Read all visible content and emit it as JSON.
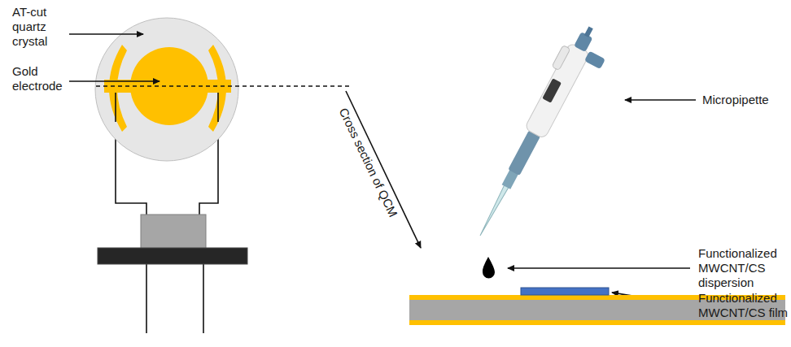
{
  "diagram": {
    "labels": [
      "AT-cut quartz crystal",
      "Gold electrode",
      "Cross section of QCM",
      "Micropipette",
      "Functionalized MWCNT/CS dispersion",
      "Functionalized MWCNT/CS film"
    ]
  }
}
